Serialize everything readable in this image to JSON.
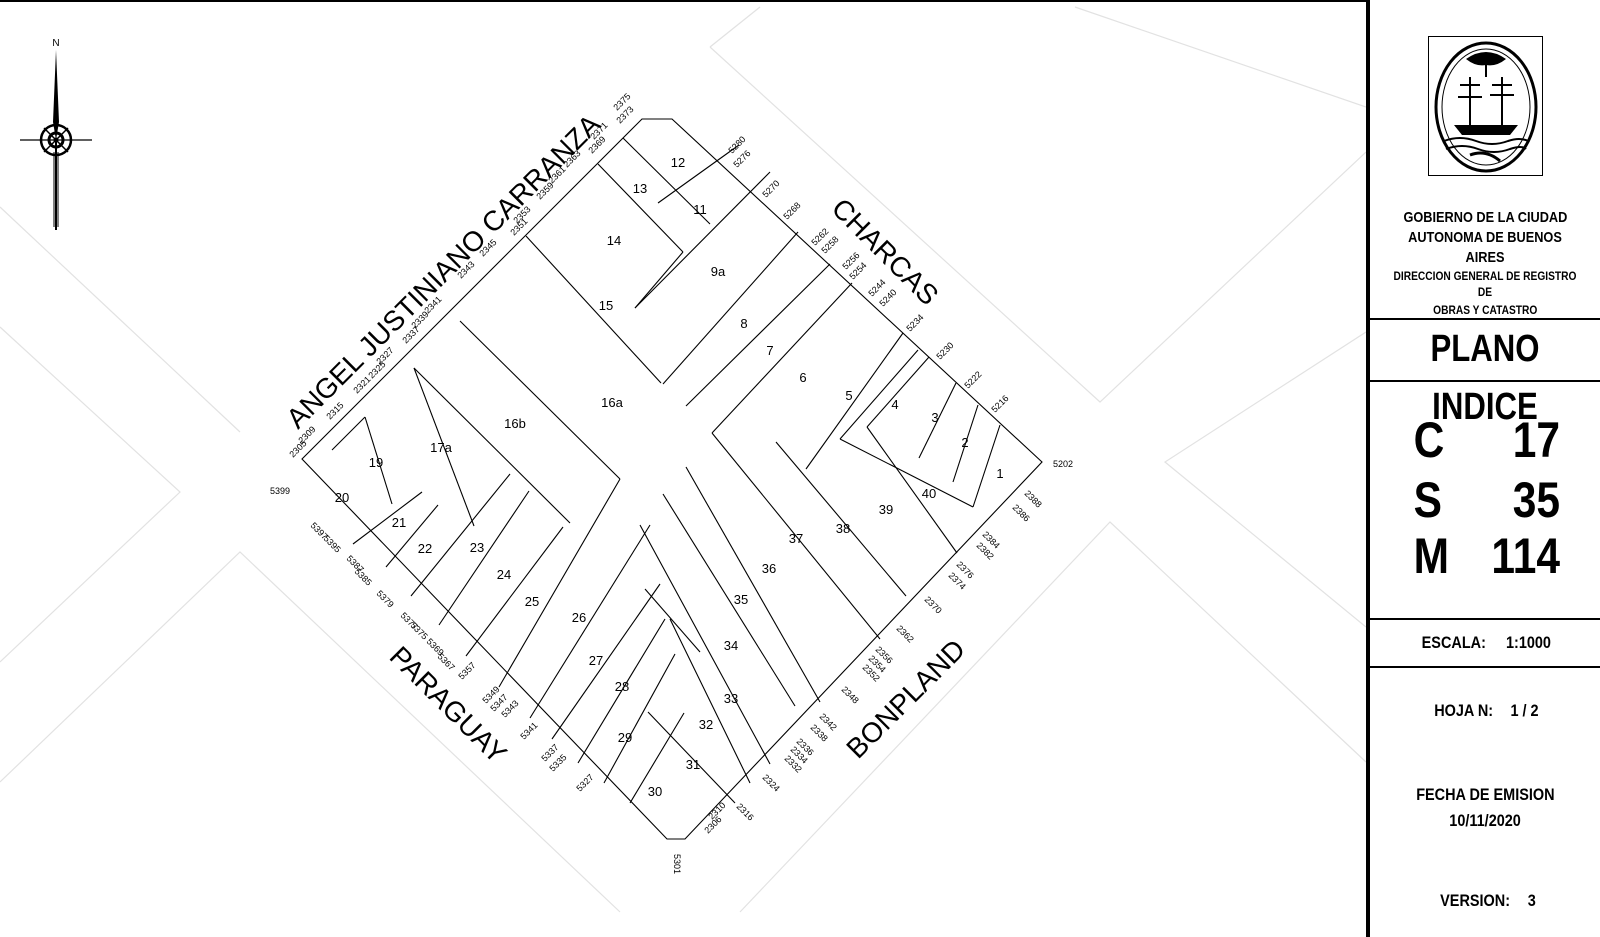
{
  "map": {
    "north_label": "N",
    "streets": {
      "northwest": "ANGEL JUSTINIANO CARRANZA",
      "northeast": "CHARCAS",
      "southwest": "PARAGUAY",
      "southeast": "BONPLAND"
    },
    "lots": [
      "12",
      "13",
      "11",
      "14",
      "9a",
      "15",
      "8",
      "7",
      "6",
      "5",
      "4",
      "3",
      "2",
      "1",
      "16a",
      "16b",
      "17a",
      "19",
      "20",
      "21",
      "22",
      "23",
      "24",
      "25",
      "26",
      "27",
      "28",
      "29",
      "30",
      "31",
      "32",
      "33",
      "34",
      "35",
      "36",
      "37",
      "38",
      "39",
      "40"
    ],
    "door_numbers": {
      "carranza": [
        "2375",
        "2373",
        "2371",
        "2369",
        "2363",
        "2361",
        "2359",
        "2353",
        "2351",
        "2345",
        "2343",
        "2341",
        "2339",
        "2337",
        "2327",
        "2325",
        "2321",
        "2315",
        "2309",
        "2305"
      ],
      "charcas": [
        "5280",
        "5276",
        "5270",
        "5268",
        "5262",
        "5258",
        "5256",
        "5254",
        "5244",
        "5240",
        "5234",
        "5230",
        "5222",
        "5216",
        "5202"
      ],
      "bonpland": [
        "2388",
        "2386",
        "2384",
        "2382",
        "2376",
        "2374",
        "2370",
        "2362",
        "2356",
        "2354",
        "2352",
        "2348",
        "2342",
        "2338",
        "2336",
        "2334",
        "2332",
        "2324",
        "2316",
        "2310",
        "2306"
      ],
      "paraguay": [
        "5399",
        "5397",
        "5395",
        "5387",
        "5385",
        "5379",
        "5377",
        "5375",
        "5369",
        "5367",
        "5357",
        "5349",
        "5347",
        "5343",
        "5341",
        "5337",
        "5335",
        "5327",
        "5301"
      ]
    }
  },
  "titleblock": {
    "org_line1": "GOBIERNO DE LA CIUDAD",
    "org_line2": "AUTONOMA DE BUENOS AIRES",
    "org_line3": "DIRECCION GENERAL DE REGISTRO DE",
    "org_line4": "OBRAS Y CATASTRO",
    "title": "PLANO INDICE",
    "circ_key": "C",
    "circ_value": "17",
    "sec_key": "S",
    "sec_value": "35",
    "manz_key": "M",
    "manz_value": "114",
    "scale_label": "ESCALA:",
    "scale_value": "1:1000",
    "sheet_label": "HOJA N:",
    "sheet_value": "1 / 2",
    "date_label": "FECHA DE EMISION",
    "date_value": "10/11/2020",
    "version_label": "VERSION:",
    "version_value": "3"
  }
}
